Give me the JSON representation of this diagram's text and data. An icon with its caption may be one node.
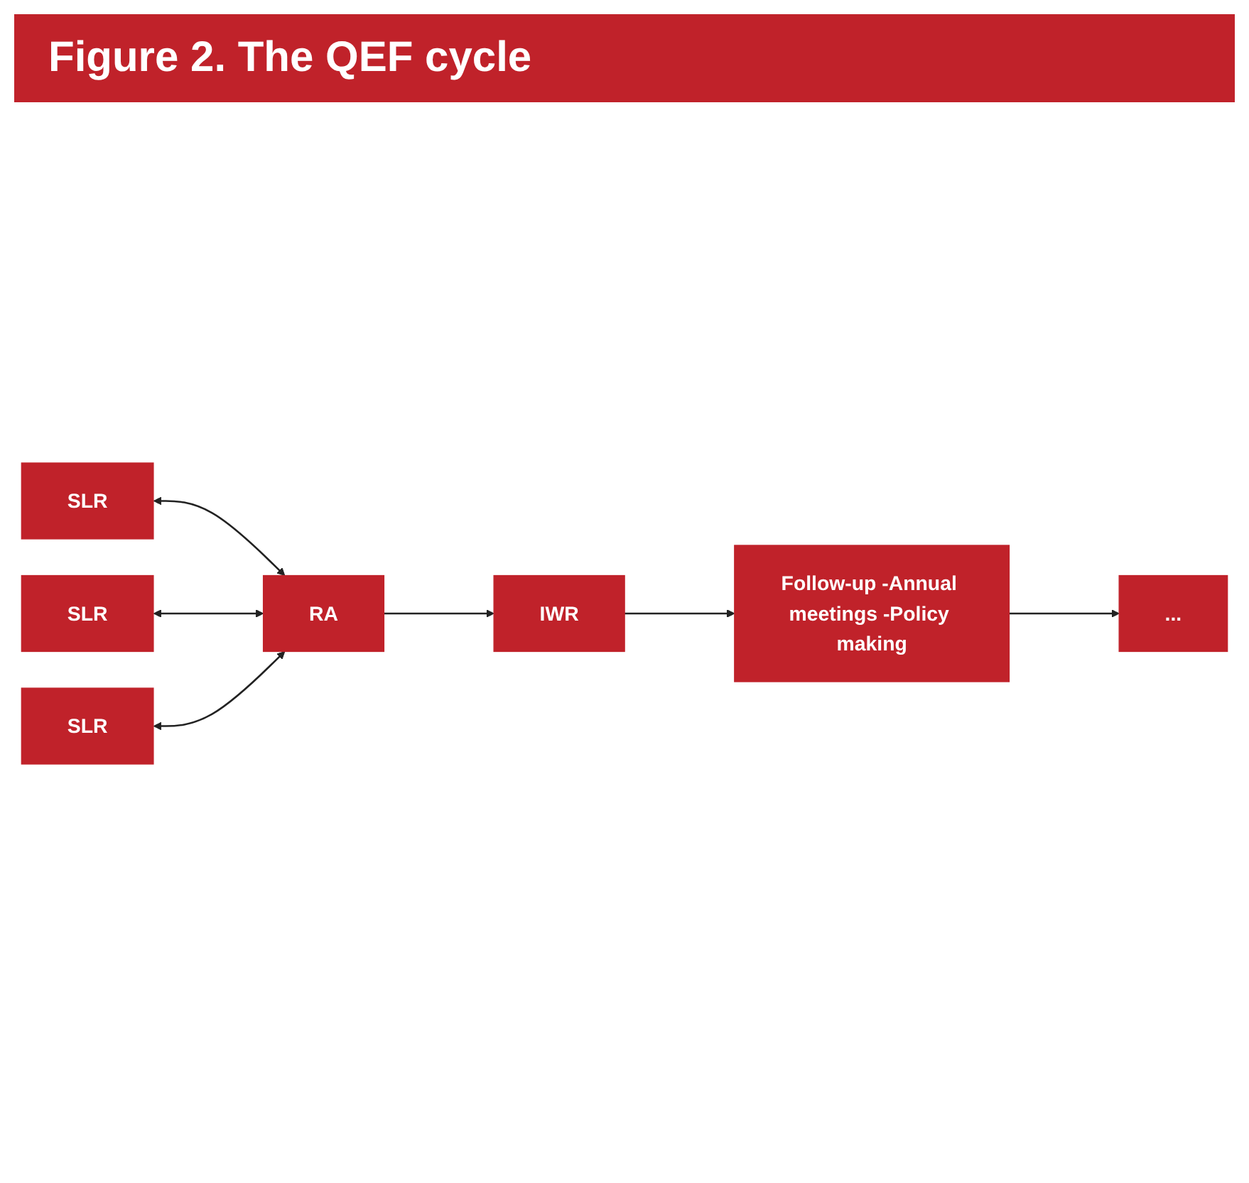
{
  "diagram": {
    "title": "Figure 2. The QEF cycle",
    "nodes": [
      {
        "text": [
          "SLR"
        ]
      },
      {
        "text": [
          "SLR"
        ]
      },
      {
        "text": [
          "SLR"
        ]
      },
      {
        "text": [
          "..."
        ]
      },
      {
        "text": [
          "RA"
        ]
      },
      {
        "text": [
          "IWR"
        ]
      },
      {
        "text": [
          "Follow-up -Annual meetings -Policy making"
        ]
      }
    ],
    "edges": [
      {
        "from": 0,
        "to": 4,
        "arrow": "both"
      },
      {
        "from": 1,
        "to": 4,
        "arrow": "both"
      },
      {
        "from": 2,
        "to": 4,
        "arrow": "both"
      },
      {
        "from": 4,
        "to": 5,
        "arrow": "to"
      },
      {
        "from": 5,
        "to": 6,
        "arrow": "to"
      },
      {
        "from": 6,
        "to": 3,
        "arrow": "to"
      }
    ]
  }
}
